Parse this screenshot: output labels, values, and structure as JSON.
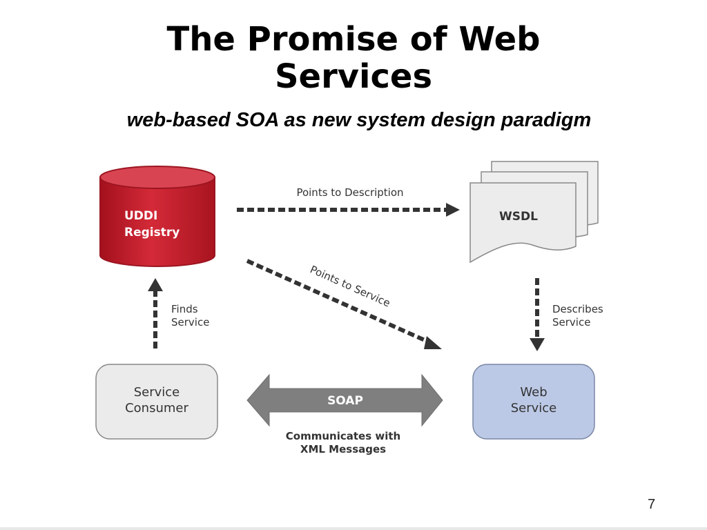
{
  "title": {
    "line1": "The Promise of Web",
    "line2": "Services"
  },
  "subtitle": "web-based SOA as new system design paradigm",
  "diagram": {
    "uddi": {
      "line1": "UDDI",
      "line2": "Registry",
      "color": "#c8202f"
    },
    "wsdl": {
      "label": "WSDL"
    },
    "consumer": {
      "line1": "Service",
      "line2": "Consumer",
      "color": "#ebebeb"
    },
    "web_service": {
      "line1": "Web",
      "line2": "Service",
      "color": "#bcc9e6"
    },
    "edges": {
      "points_to_description": "Points to Description",
      "points_to_service": "Points to Service",
      "finds_service": {
        "line1": "Finds",
        "line2": "Service"
      },
      "describes_service": {
        "line1": "Describes",
        "line2": "Service"
      },
      "soap": "SOAP",
      "communicates": {
        "line1": "Communicates with",
        "line2": "XML Messages"
      }
    }
  },
  "page_number": "7"
}
